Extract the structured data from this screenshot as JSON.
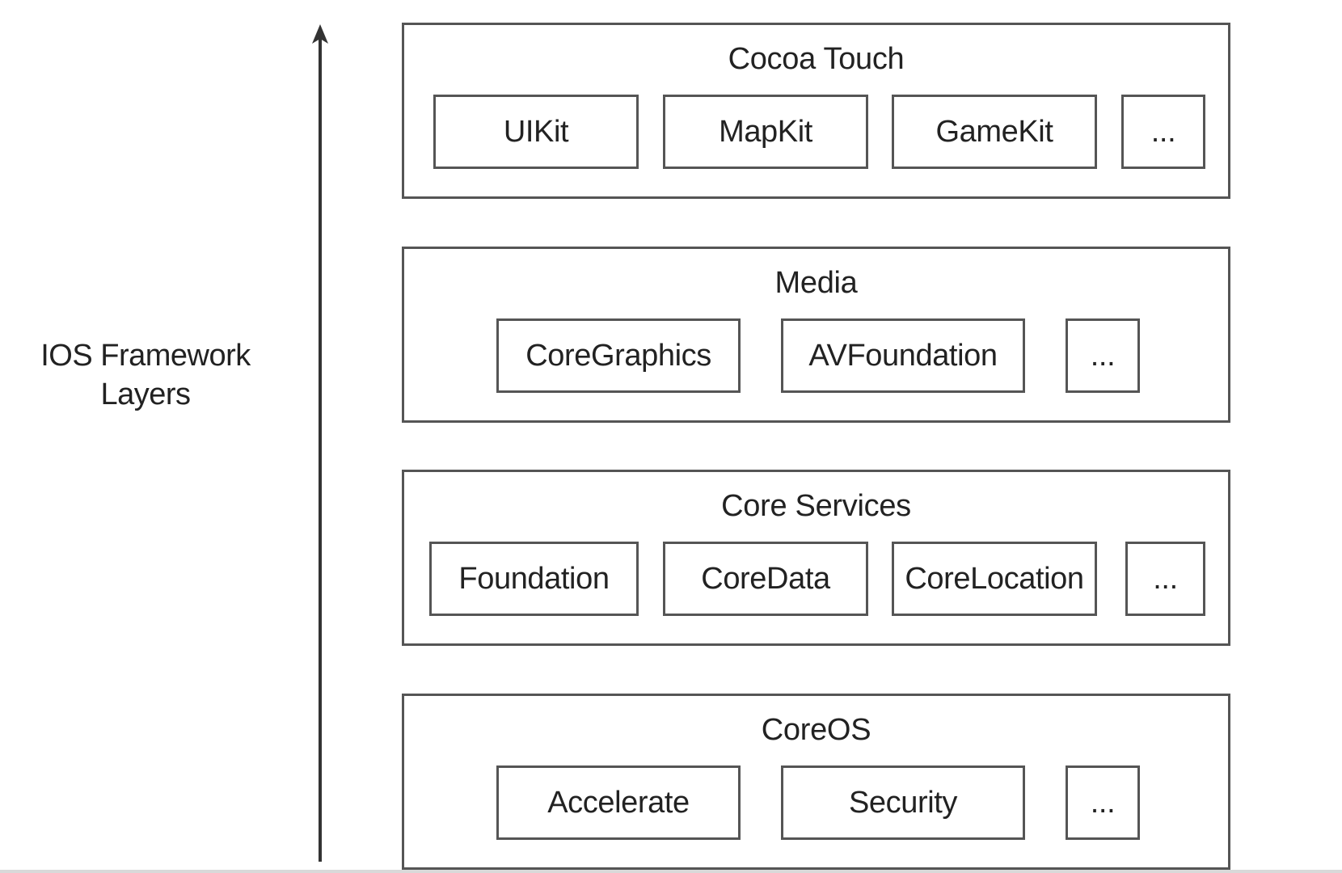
{
  "caption": {
    "line1": "IOS Framework",
    "line2": "Layers"
  },
  "layers": [
    {
      "title": "Cocoa Touch",
      "items": [
        "UIKit",
        "MapKit",
        "GameKit",
        "..."
      ]
    },
    {
      "title": "Media",
      "items": [
        "CoreGraphics",
        "AVFoundation",
        "..."
      ]
    },
    {
      "title": "Core Services",
      "items": [
        "Foundation",
        "CoreData",
        "CoreLocation",
        "..."
      ]
    },
    {
      "title": "CoreOS",
      "items": [
        "Accelerate",
        "Security",
        "..."
      ]
    }
  ],
  "colors": {
    "stroke": "#555555",
    "text": "#222222",
    "background": "#ffffff"
  }
}
